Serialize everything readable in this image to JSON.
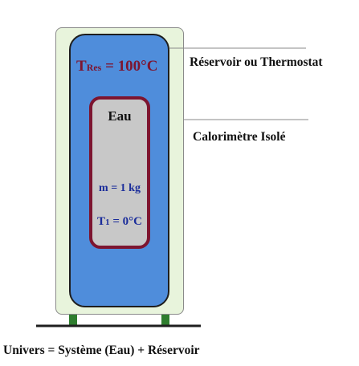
{
  "reservoir": {
    "temp_main": "T",
    "temp_sub": "Res",
    "temp_value": " = 100°C",
    "label": "Réservoir ou Thermostat"
  },
  "calorimeter": {
    "label": "Calorimètre Isolé"
  },
  "water": {
    "name": "Eau",
    "mass": "m = 1 kg",
    "temp_main": "T",
    "temp_sub": "1",
    "temp_value": " = 0°C"
  },
  "caption": "Univers = Système (Eau) + Réservoir",
  "colors": {
    "calorimeter_fill": "#e8f4dc",
    "reservoir_fill": "#4f8ddb",
    "water_fill": "#c8c8c8",
    "water_border": "#7d1530",
    "label_red": "#7d1530",
    "label_blue": "#1a2c9a",
    "stand": "#2e7d2e"
  }
}
